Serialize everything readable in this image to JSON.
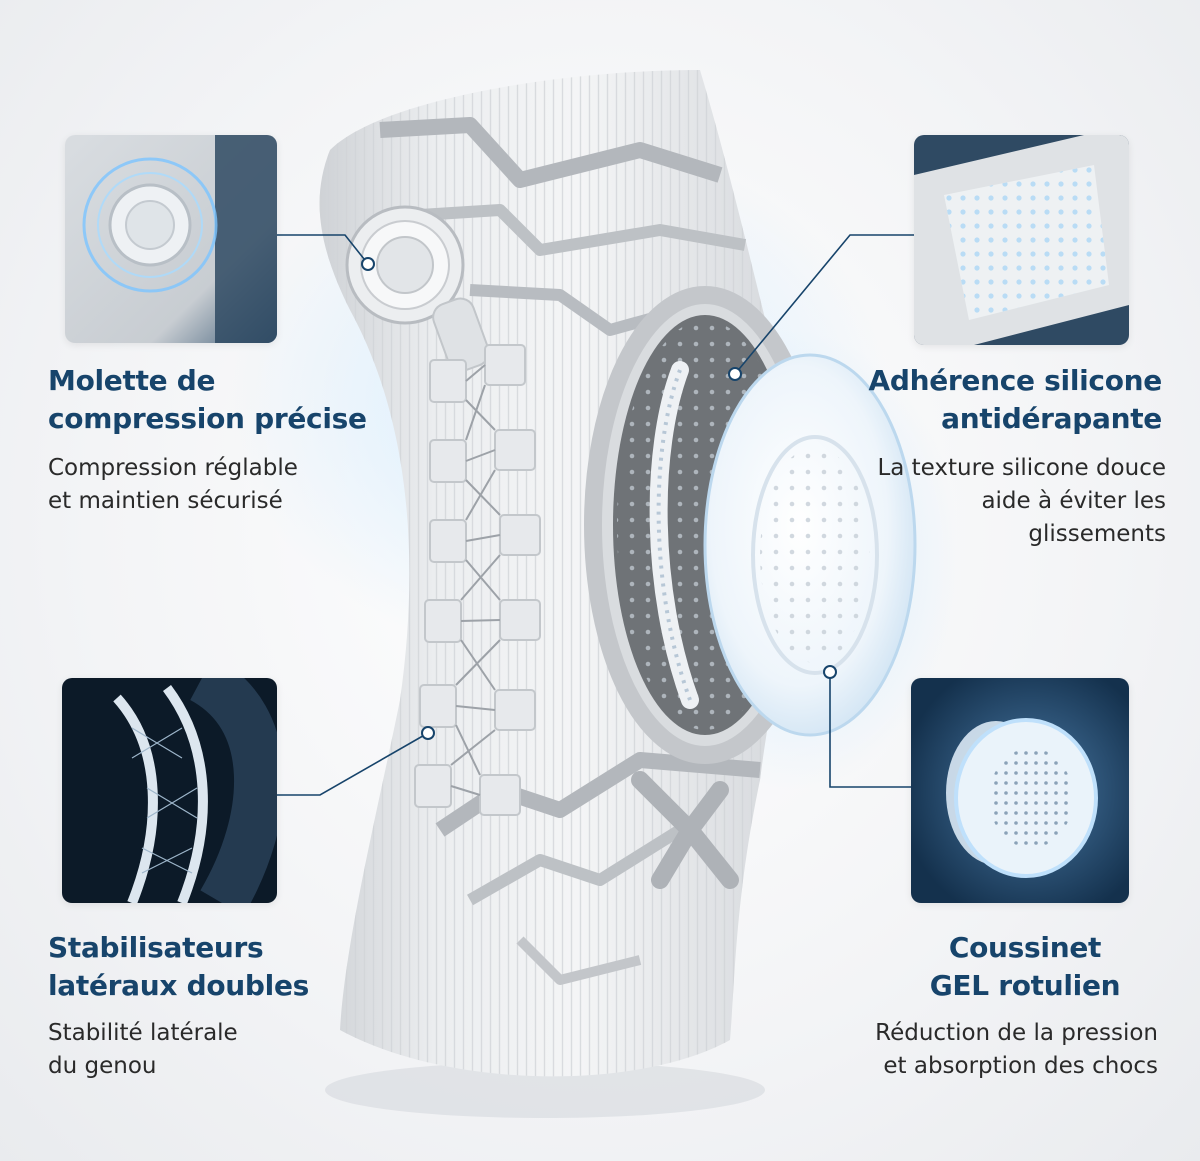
{
  "features": [
    {
      "id": "compression-dial",
      "title_lines": [
        "Molette de",
        "compression précise"
      ],
      "desc_lines": [
        "Compression réglable",
        "et maintien sécurisé"
      ]
    },
    {
      "id": "silicone-grip",
      "title_lines": [
        "Adhérence silicone",
        "antidérapante"
      ],
      "desc_lines": [
        "La texture silicone douce",
        "aide à éviter les",
        "glissements"
      ]
    },
    {
      "id": "lateral-stabilizers",
      "title_lines": [
        "Stabilisateurs",
        "latéraux doubles"
      ],
      "desc_lines": [
        "Stabilité latérale",
        "du genou"
      ]
    },
    {
      "id": "gel-pad",
      "title_lines": [
        "Coussinet",
        "GEL rotulien"
      ],
      "desc_lines": [
        "Réduction de la pression",
        "et absorption des chocs"
      ]
    }
  ],
  "colors": {
    "title": "#17446b",
    "text": "#2a2a2a",
    "connector": "#17446b",
    "glow": "#bfe3ff",
    "thumb_dark": "#0f2235"
  },
  "icons": [
    "dial-icon",
    "silicone-texture-icon",
    "stabilizer-icon",
    "gel-pad-icon"
  ]
}
